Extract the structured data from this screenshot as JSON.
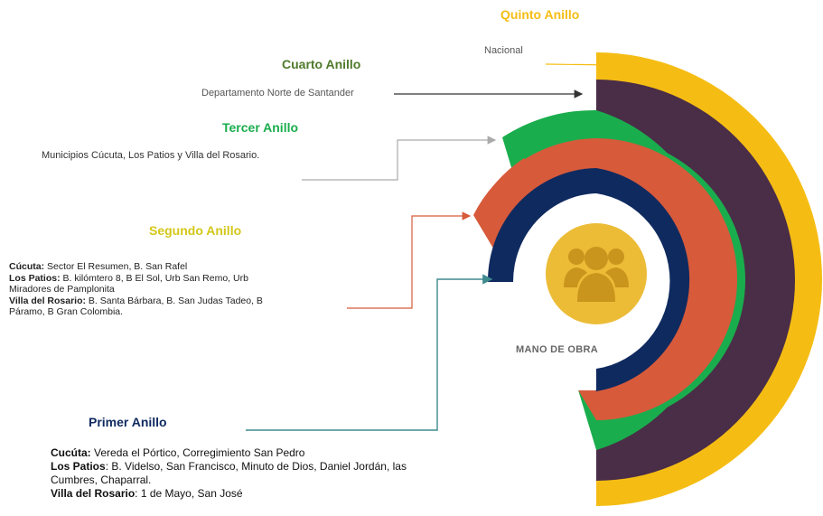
{
  "colors": {
    "quinto": "#f5bd14",
    "cuarto": "#4a2d47",
    "tercero": "#1aad4d",
    "segundo": "#d75a3b",
    "primero": "#0f2a5f",
    "center": "#ecbc37",
    "people": "#c9951d"
  },
  "quinto": {
    "title": "Quinto Anillo",
    "desc": "Nacional"
  },
  "cuarto": {
    "title": "Cuarto Anillo",
    "desc": "Departamento  Norte de Santander"
  },
  "tercero": {
    "title": "Tercer Anillo",
    "desc": "Municipios Cúcuta, Los Patios y Villa del Rosario."
  },
  "segundo": {
    "title": "Segundo Anillo",
    "cucuta_label": "Cúcuta:",
    "cucuta_text": " Sector El Resumen,  B.  San Rafel",
    "patios_label": "Los Patios:",
    "patios_text": "  B. kilómtero 8,  B El Sol, Urb San Remo, Urb",
    "patios_text2": "Miradores de Pamplonita",
    "villa_label": "Villa del Rosario:",
    "villa_text": " B. Santa Bárbara, B. San  Judas Tadeo, B",
    "villa_text2": "Páramo, B Gran Colombia."
  },
  "primero": {
    "title": "Primer Anillo",
    "cucuta_label": "Cucúta:",
    "cucuta_text": "    Vereda el Pórtico, Corregimiento San Pedro",
    "patios_label": "Los Patios",
    "patios_text": ":  B. Videlso,  San Francisco, Minuto de Dios, Daniel Jordán, las",
    "patios_text2": "Cumbres, Chaparral.",
    "villa_label": "Villa del Rosario",
    "villa_text": ": 1 de Mayo, San José"
  },
  "center": {
    "label": "MANO DE OBRA",
    "icon": "people-group-icon"
  }
}
